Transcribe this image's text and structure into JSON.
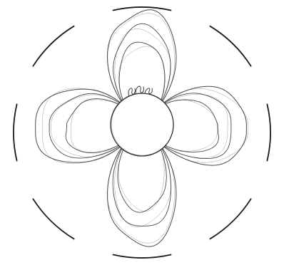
{
  "figure": {
    "background": "#ffffff",
    "ink_color": "#2b2b2b",
    "dash_color": "#1a1a1a",
    "core_fill": "#ffffff",
    "lobe_count": 4,
    "contours_per_lobe": 3,
    "outer_ring_segments": 8,
    "small_detail_icon": "flame-icon"
  }
}
